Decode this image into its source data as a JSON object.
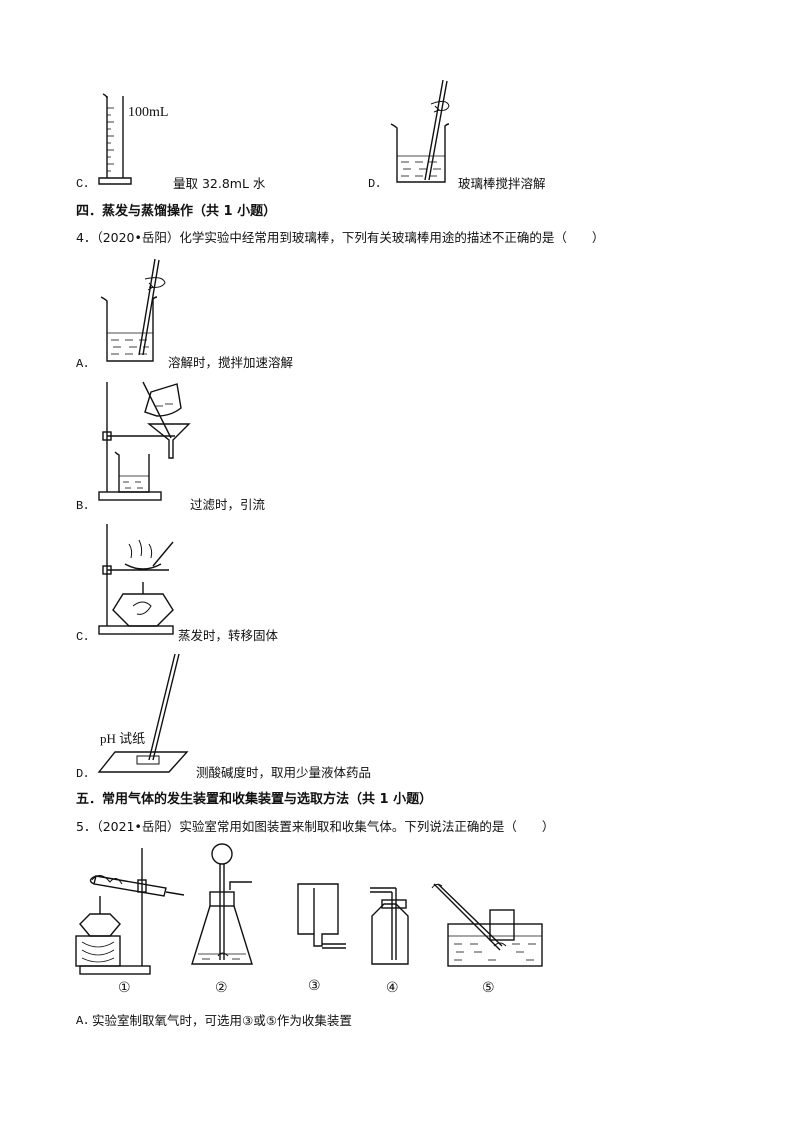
{
  "q3_options": {
    "C": {
      "letter": "C．",
      "text": "量取 32.8mL 水",
      "cylinder_label": "100mL"
    },
    "D": {
      "letter": "D．",
      "text": "玻璃棒搅拌溶解"
    }
  },
  "section4": {
    "title": "四．蒸发与蒸馏操作（共 1 小题）"
  },
  "question4": {
    "stem": "4．（2020•岳阳）化学实验中经常用到玻璃棒，下列有关玻璃棒用途的描述不正确的是（　　）",
    "options": [
      {
        "letter": "A．",
        "text": "溶解时，搅拌加速溶解"
      },
      {
        "letter": "B．",
        "text": "过滤时，引流"
      },
      {
        "letter": "C．",
        "text": "蒸发时，转移固体"
      },
      {
        "letter": "D．",
        "text": "测酸碱度时，取用少量液体药品",
        "paper_label": "pH 试纸"
      }
    ]
  },
  "section5": {
    "title": "五．常用气体的发生装置和收集装置与选取方法（共 1 小题）"
  },
  "question5": {
    "stem": "5．（2021•岳阳）实验室常用如图装置来制取和收集气体。下列说法正确的是（　　）",
    "apparatus_labels": [
      "①",
      "②",
      "③",
      "④",
      "⑤"
    ],
    "options": [
      {
        "letter": "A．",
        "text": "实验室制取氧气时，可选用③或⑤作为收集装置"
      }
    ]
  }
}
